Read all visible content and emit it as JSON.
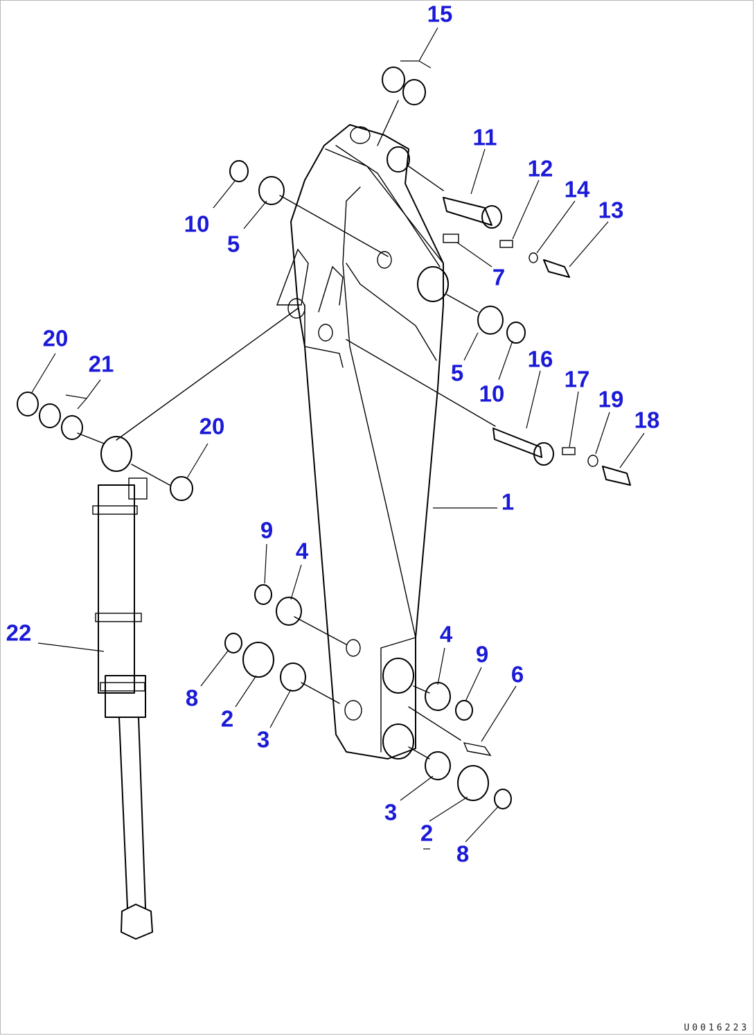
{
  "diagram": {
    "callouts": [
      {
        "id": "c15",
        "label": "15"
      },
      {
        "id": "c11",
        "label": "11"
      },
      {
        "id": "c12",
        "label": "12"
      },
      {
        "id": "c14",
        "label": "14"
      },
      {
        "id": "c13",
        "label": "13"
      },
      {
        "id": "c10a",
        "label": "10"
      },
      {
        "id": "c5a",
        "label": "5"
      },
      {
        "id": "c7",
        "label": "7"
      },
      {
        "id": "c5b",
        "label": "5"
      },
      {
        "id": "c10b",
        "label": "10"
      },
      {
        "id": "c16",
        "label": "16"
      },
      {
        "id": "c17",
        "label": "17"
      },
      {
        "id": "c19",
        "label": "19"
      },
      {
        "id": "c18",
        "label": "18"
      },
      {
        "id": "c20a",
        "label": "20"
      },
      {
        "id": "c21",
        "label": "21"
      },
      {
        "id": "c20b",
        "label": "20"
      },
      {
        "id": "c1",
        "label": "1"
      },
      {
        "id": "c9a",
        "label": "9"
      },
      {
        "id": "c4a",
        "label": "4"
      },
      {
        "id": "c22",
        "label": "22"
      },
      {
        "id": "c8a",
        "label": "8"
      },
      {
        "id": "c2a",
        "label": "2"
      },
      {
        "id": "c3a",
        "label": "3"
      },
      {
        "id": "c4b",
        "label": "4"
      },
      {
        "id": "c9b",
        "label": "9"
      },
      {
        "id": "c6",
        "label": "6"
      },
      {
        "id": "c3b",
        "label": "3"
      },
      {
        "id": "c2b",
        "label": "2"
      },
      {
        "id": "c8b",
        "label": "8"
      }
    ],
    "drawing_code": "U0016223",
    "label_color": "#1a1ad8"
  }
}
